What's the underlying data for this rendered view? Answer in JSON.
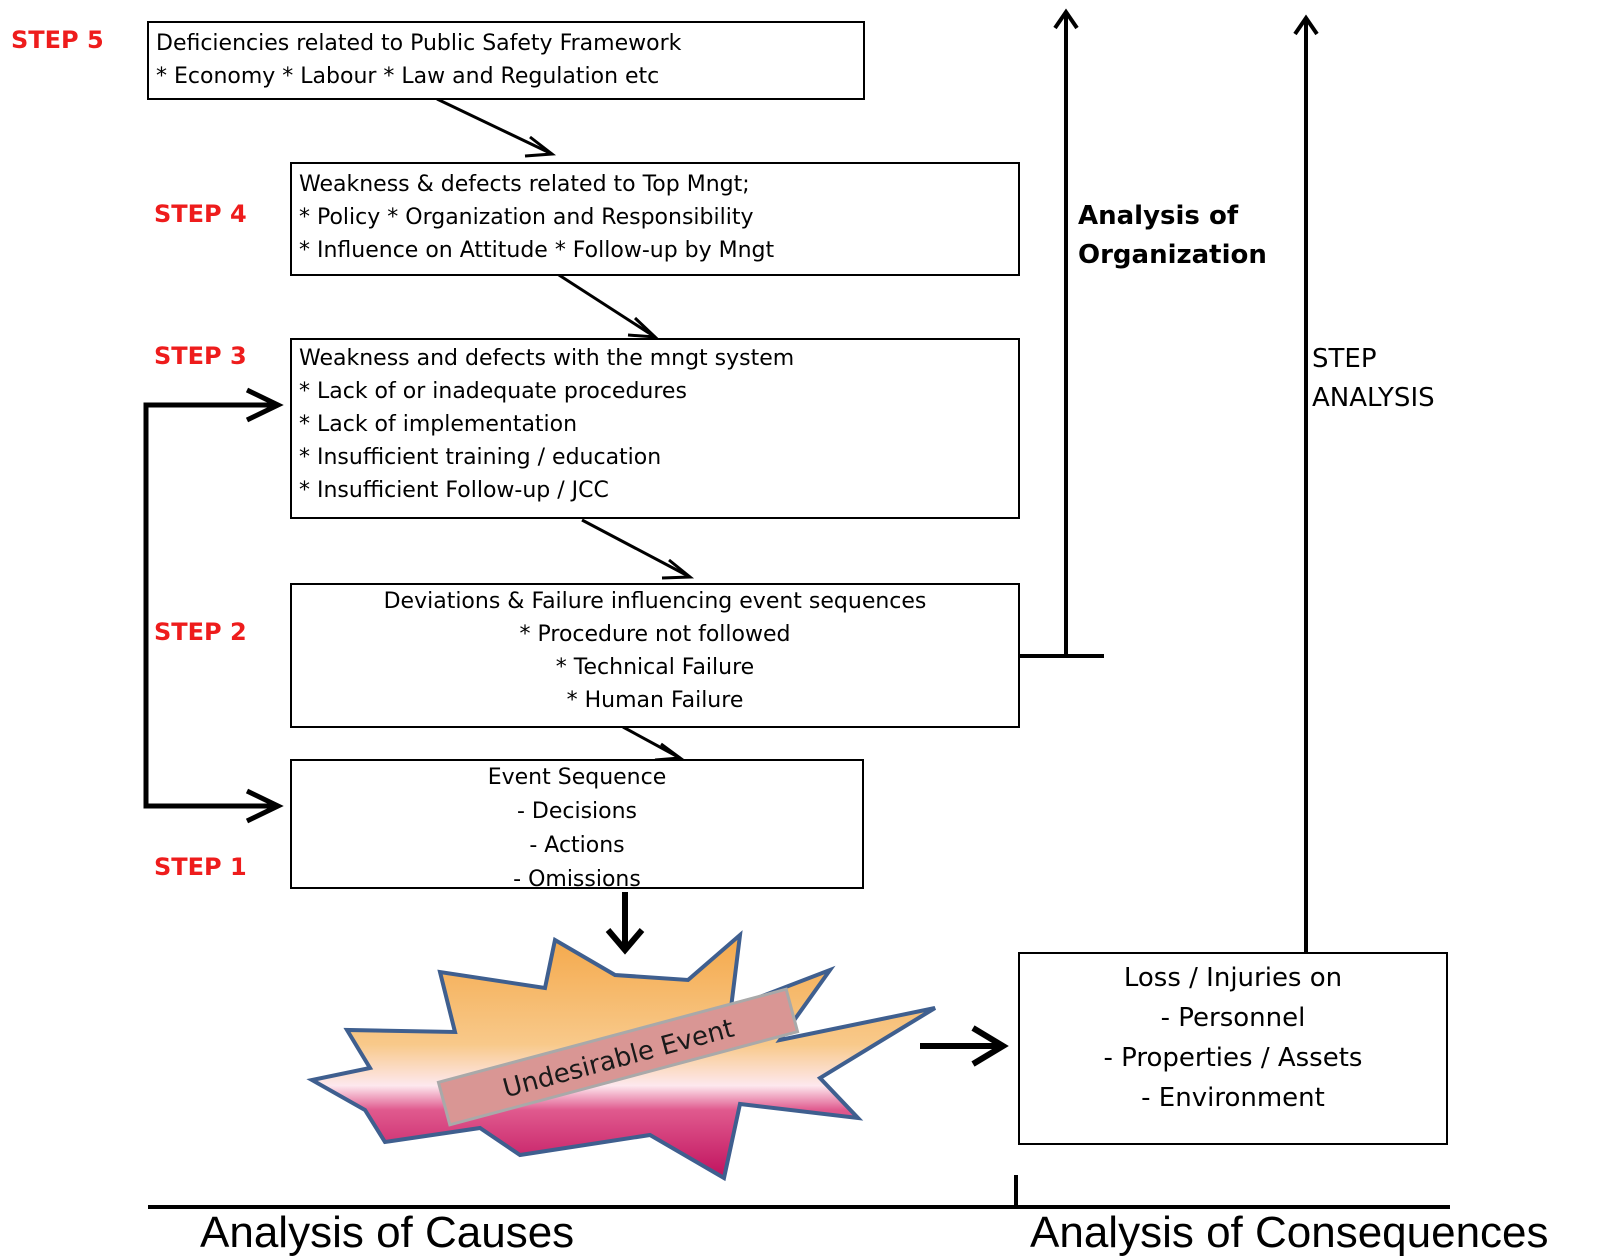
{
  "steps": {
    "step5": "STEP 5",
    "step4": "STEP 4",
    "step3": "STEP 3",
    "step2": "STEP 2",
    "step1": "STEP 1"
  },
  "boxes": {
    "public_safety": {
      "lines": [
        "Deficiencies related to Public Safety Framework",
        "* Economy  * Labour  * Law and Regulation etc"
      ]
    },
    "top_mngt": {
      "lines": [
        "Weakness & defects related to Top Mngt;",
        "* Policy  * Organization and Responsibility",
        "* Influence on Attitude * Follow-up by Mngt"
      ]
    },
    "mngt_system": {
      "lines": [
        "Weakness and defects with the mngt system",
        "* Lack of or inadequate procedures",
        "* Lack of implementation",
        "* Insufficient training / education",
        "* Insufficient Follow-up / JCC"
      ]
    },
    "deviations": {
      "lines": [
        "Deviations & Failure influencing event sequences",
        "* Procedure not followed",
        "* Technical Failure",
        "* Human Failure"
      ]
    },
    "event_sequence": {
      "lines": [
        "Event Sequence",
        "- Decisions",
        "- Actions",
        "- Omissions"
      ]
    },
    "loss": {
      "lines": [
        "Loss / Injuries on",
        "- Personnel",
        "- Properties / Assets",
        "- Environment"
      ]
    }
  },
  "burst_label": "Undesirable Event",
  "side_labels": {
    "organization": [
      "Analysis of",
      "Organization"
    ],
    "step_analysis": [
      "STEP",
      "ANALYSIS"
    ]
  },
  "footer": {
    "causes": "Analysis of Causes",
    "consequences": "Analysis of Consequences"
  },
  "colors": {
    "step_label": "#ee1c1c",
    "burst_top": "#f4a84a",
    "burst_mid": "#fde8ee",
    "burst_bottom": "#c0125e",
    "burst_outline": "#3f5f8f",
    "label_fill": "#d99694"
  }
}
